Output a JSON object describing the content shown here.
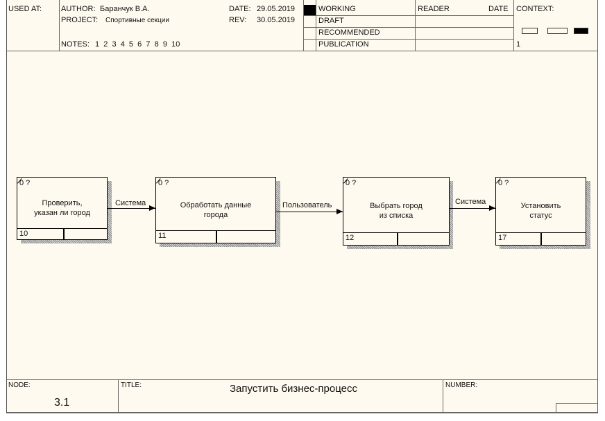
{
  "header": {
    "used_at_label": "USED AT:",
    "author_label": "AUTHOR:",
    "author": "Баранчук В.А.",
    "project_label": "PROJECT:",
    "project": "Спортивные секции",
    "notes_label": "NOTES:",
    "notes": "1  2  3  4  5  6  7  8  9  10",
    "date_label": "DATE:",
    "date": "29.05.2019",
    "rev_label": "REV:",
    "rev": "30.05.2019",
    "statuses": [
      "WORKING",
      "DRAFT",
      "RECOMMENDED",
      "PUBLICATION"
    ],
    "active_status": "WORKING",
    "reader_label": "READER",
    "reader_date_label": "DATE",
    "context_label": "CONTEXT:",
    "context_number": "1"
  },
  "boxes": [
    {
      "code": "0 ?",
      "label1": "Проверить,",
      "label2": "указан ли город",
      "number": "10"
    },
    {
      "code": "0 ?",
      "label1": "Обработать данные",
      "label2": "города",
      "number": "11"
    },
    {
      "code": "0 ?",
      "label1": "Выбрать город",
      "label2": "из списка",
      "number": "12"
    },
    {
      "code": "0 ?",
      "label1": "Установить",
      "label2": "статус",
      "number": "17"
    }
  ],
  "arrows": [
    {
      "label": "Система"
    },
    {
      "label": "Пользователь"
    },
    {
      "label": "Система"
    }
  ],
  "footer": {
    "node_label": "NODE:",
    "node": "3.1",
    "title_label": "TITLE:",
    "title": "Запустить бизнес-процесс",
    "number_label": "NUMBER:"
  }
}
